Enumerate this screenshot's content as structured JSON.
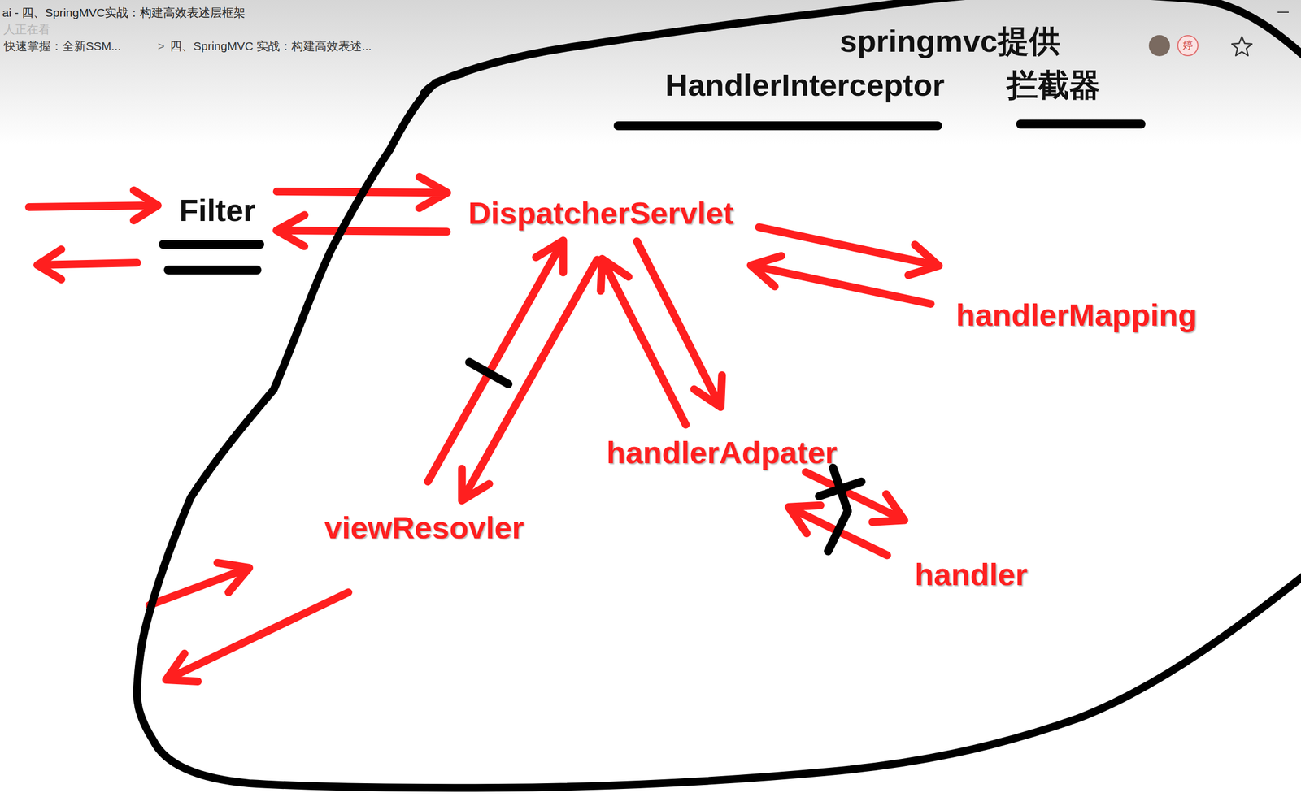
{
  "diagram": {
    "nodes": [
      {
        "text": [
          "springmvc提供",
          "HandlerInterceptor",
          "拦截器"
        ]
      },
      {
        "text": [
          "Filter"
        ]
      },
      {
        "text": [
          "DispatcherServlet"
        ],
        "in": 0
      },
      {
        "text": [
          "handlerMapping"
        ],
        "in": 0
      },
      {
        "text": [
          "handlerAdpater"
        ],
        "in": 0
      },
      {
        "text": [
          "viewResovler"
        ],
        "in": 0
      },
      {
        "text": [
          "handler"
        ],
        "in": 0
      }
    ],
    "edges": [
      {
        "from": 1,
        "to": 2,
        "arrow": "to"
      },
      {
        "from": 2,
        "to": 1,
        "arrow": "to"
      },
      {
        "from": 2,
        "to": 3,
        "arrow": "to"
      },
      {
        "from": 3,
        "to": 2,
        "arrow": "to"
      },
      {
        "from": 2,
        "to": 4,
        "arrow": "to"
      },
      {
        "from": 4,
        "to": 2,
        "arrow": "to"
      },
      {
        "from": 4,
        "to": 6,
        "arrow": "to"
      },
      {
        "from": 6,
        "to": 4,
        "arrow": "to"
      },
      {
        "from": 2,
        "to": 5,
        "arrow": "to"
      },
      {
        "from": 5,
        "to": 2,
        "arrow": "to"
      }
    ],
    "labels": [
      "ai - 四、SpringMVC实战：构建高效表述层框架",
      "人正在看",
      "快速掌握：全新SSM...",
      ">",
      "四、SpringMVC 实战：构建高效表述...",
      "婷"
    ]
  }
}
